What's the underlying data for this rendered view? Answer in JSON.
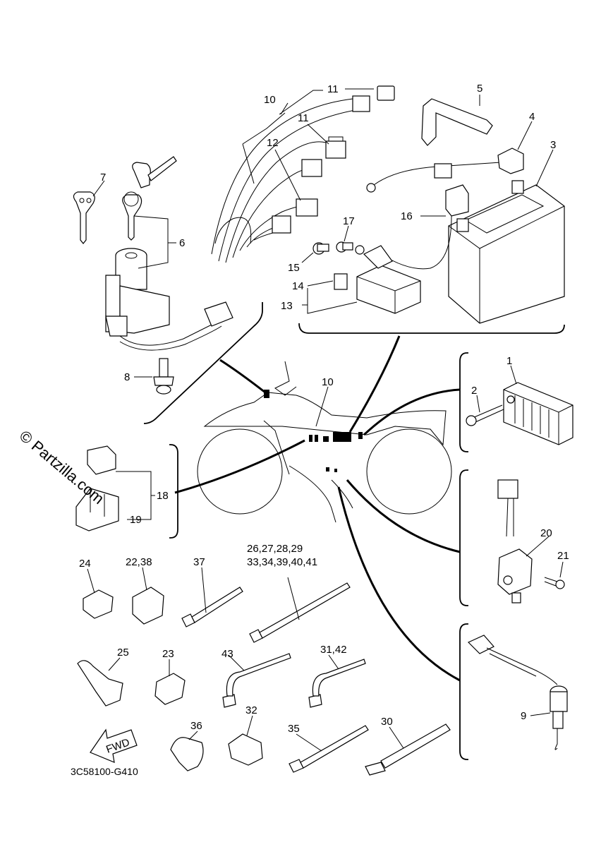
{
  "diagram_code": "3C58100-G410",
  "watermark": "© Partzilla.com",
  "fwd_arrow_text": "FWD",
  "callouts": {
    "c1": "1",
    "c2": "2",
    "c3": "3",
    "c4": "4",
    "c5": "5",
    "c6": "6",
    "c7": "7",
    "c8": "8",
    "c9": "9",
    "c10_top": "10",
    "c10_bike": "10",
    "c11_a": "11",
    "c11_b": "11",
    "c12": "12",
    "c13": "13",
    "c14": "14",
    "c15": "15",
    "c16": "16",
    "c17": "17",
    "c18": "18",
    "c19": "19",
    "c20": "20",
    "c21": "21",
    "c22_38": "22,38",
    "c23": "23",
    "c24": "24",
    "c25": "25",
    "c26_29": "26,27,28,29",
    "c33_41": "33,34,39,40,41",
    "c30": "30",
    "c31_42": "31,42",
    "c32": "32",
    "c35": "35",
    "c36": "36",
    "c37": "37",
    "c43": "43"
  }
}
